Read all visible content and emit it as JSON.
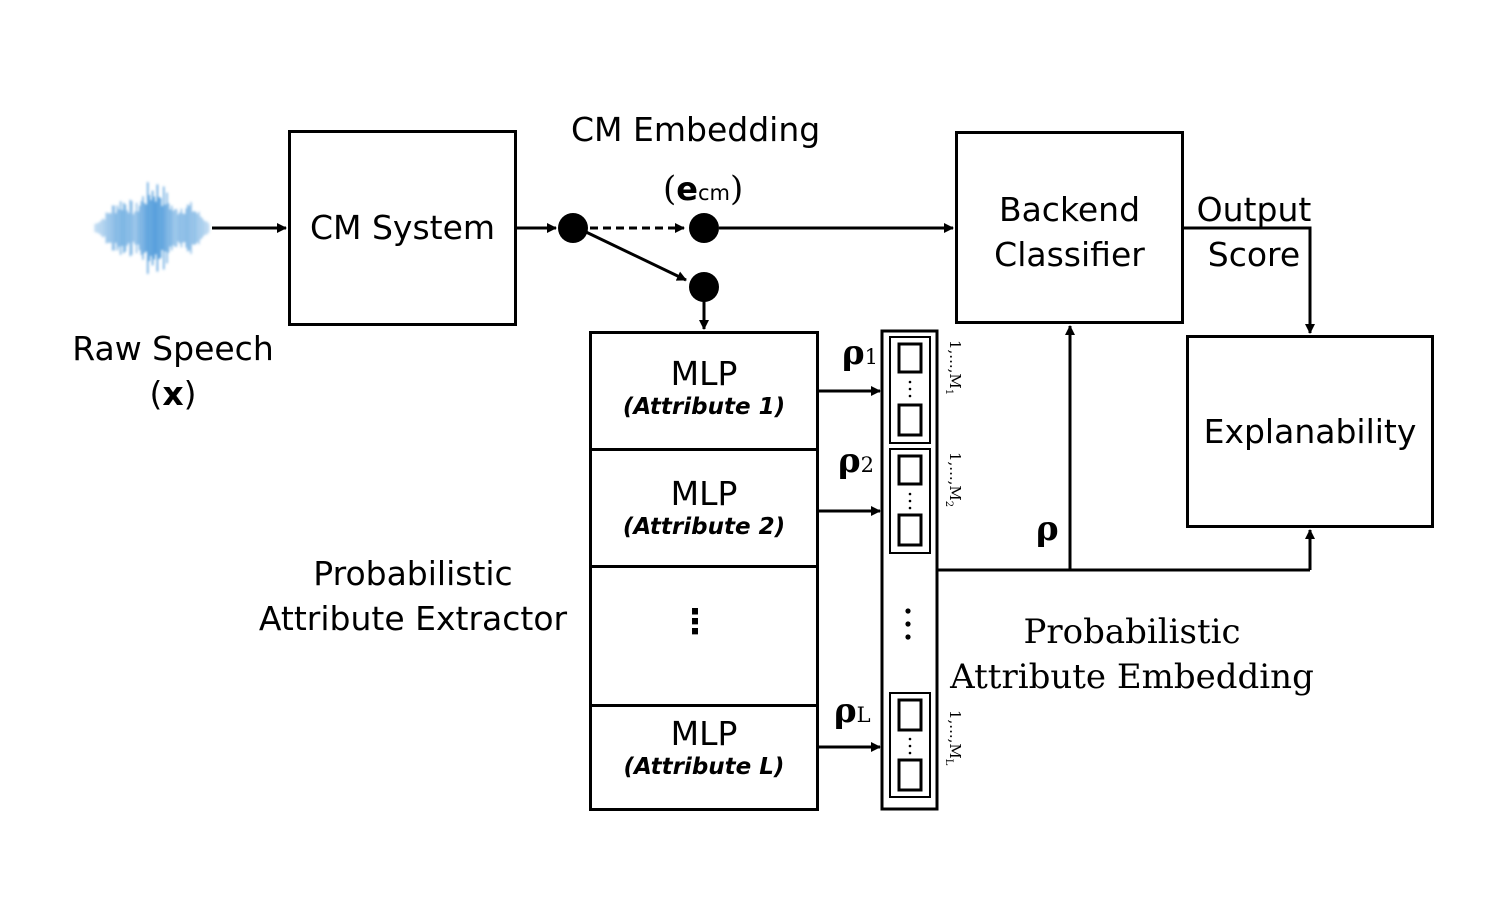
{
  "raw_speech": {
    "line1": "Raw Speech",
    "line2": "(",
    "x": "x",
    "line2_end": ")"
  },
  "cm_system": {
    "label": "CM System"
  },
  "cm_embedding": {
    "title": "CM Embedding",
    "open": "(",
    "e": "e",
    "sub": "cm",
    "close": ")"
  },
  "backend": {
    "line1": "Backend",
    "line2": "Classifier"
  },
  "output_score": {
    "line1": "Output",
    "line2": "Score"
  },
  "explainability": {
    "label": "Explanability"
  },
  "mlp": [
    {
      "title": "MLP",
      "attr": "(Attribute 1)"
    },
    {
      "title": "MLP",
      "attr": "(Attribute 2)"
    },
    {
      "title": "MLP",
      "attr": "(Attribute L)"
    }
  ],
  "ellipsis": "⋮",
  "extractor": {
    "line1": "Probabilistic",
    "line2": "Attribute Extractor"
  },
  "embedding": {
    "line1": "Probabilistic",
    "line2": "Attribute Embedding"
  },
  "rho": {
    "symbol": "ρ",
    "sub1": "1",
    "sub2": "2",
    "subL": "L"
  },
  "ranges": [
    {
      "start": "1,...,M",
      "sub": "1"
    },
    {
      "start": "1,...,M",
      "sub": "2"
    },
    {
      "start": "1,...,M",
      "sub": "L"
    }
  ],
  "colors": {
    "waveform": "#3a8fd6",
    "line": "#000000"
  }
}
